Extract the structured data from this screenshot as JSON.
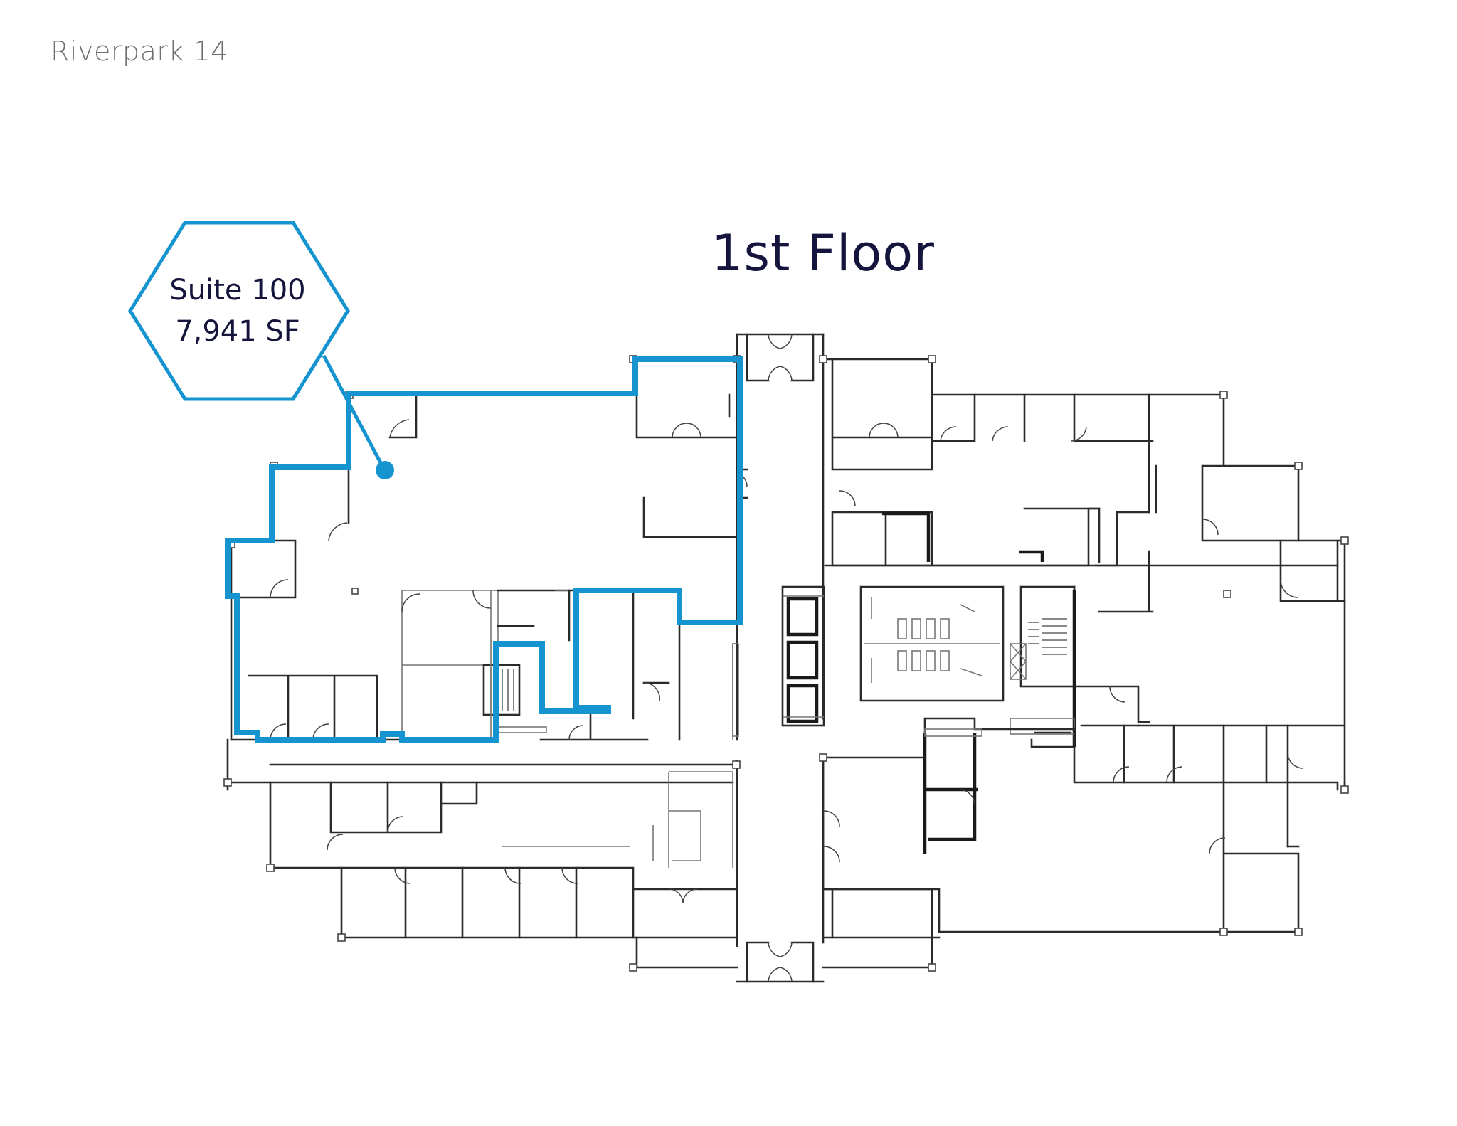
{
  "document": {
    "title": "Riverpark 14"
  },
  "floor": {
    "title": "1st Floor"
  },
  "suite_callout": {
    "name": "Suite 100",
    "area": "7,941 SF"
  },
  "colors": {
    "highlight": "#1694d0",
    "title_text": "#14143c",
    "header_text": "#6f6f6f",
    "walls": "#2b2b2b"
  }
}
